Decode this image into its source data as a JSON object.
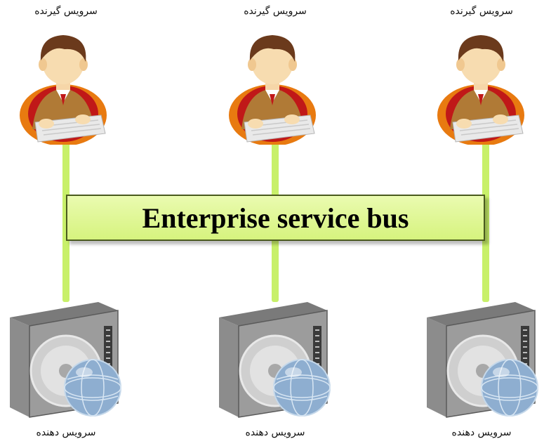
{
  "bus": {
    "label": "Enterprise service bus"
  },
  "consumers": [
    {
      "label": "سرویس گیرنده"
    },
    {
      "label": "سرویس گیرنده"
    },
    {
      "label": "سرویس گیرنده"
    }
  ],
  "providers": [
    {
      "label": "سرویس دهنده"
    },
    {
      "label": "سرویس دهنده"
    },
    {
      "label": "سرویس دهنده"
    }
  ],
  "colors": {
    "connector": "#c8f06a",
    "bus_fill": "#d6f37e",
    "bus_border": "#4a5a1e"
  }
}
